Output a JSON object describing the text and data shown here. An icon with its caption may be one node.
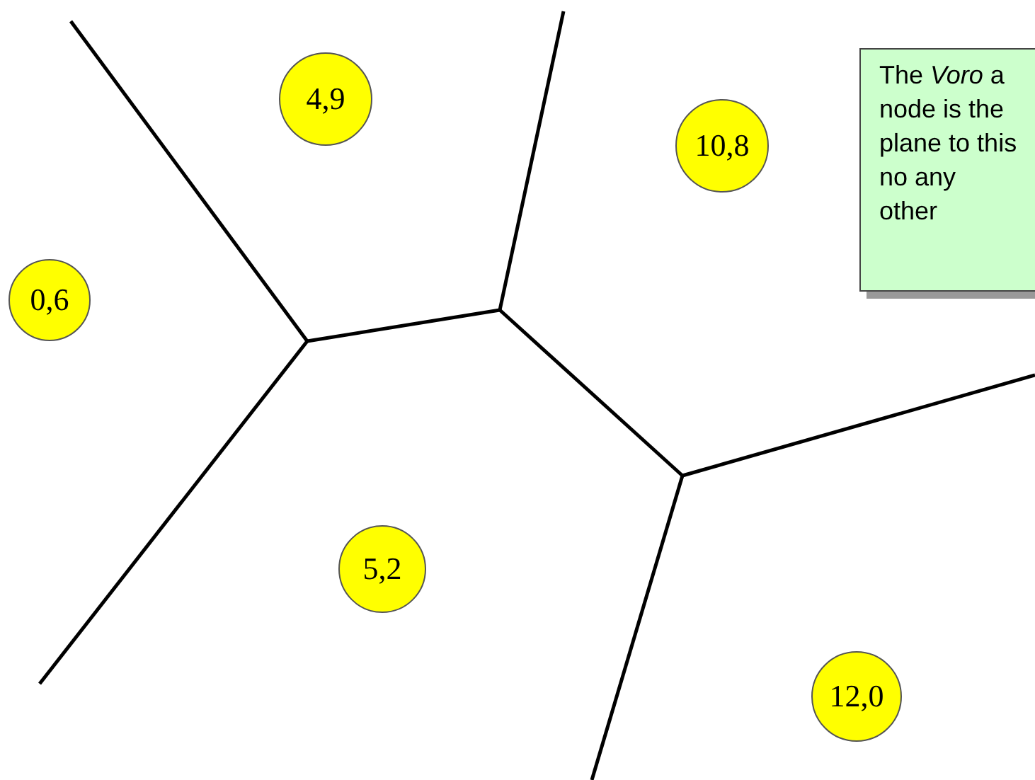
{
  "diagram": {
    "nodes": [
      {
        "text": [
          "4,9"
        ]
      },
      {
        "text": [
          "10,8"
        ]
      },
      {
        "text": [
          "0,6"
        ]
      },
      {
        "text": [
          "5,2"
        ]
      },
      {
        "text": [
          "12,0"
        ]
      },
      {
        "text": [
          "The *Voro* a node is the plane to this no any other"
        ]
      }
    ]
  }
}
